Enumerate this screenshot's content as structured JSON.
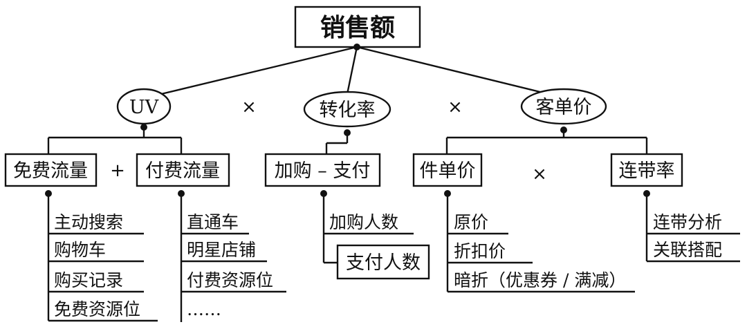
{
  "root": {
    "label": "销售额"
  },
  "metrics": {
    "uv": {
      "label": "UV"
    },
    "conversion": {
      "label": "转化率"
    },
    "aov": {
      "label": "客单价"
    }
  },
  "operators": {
    "times": "×",
    "plus": "+"
  },
  "uv_branch": {
    "free": {
      "label": "免费流量",
      "items": [
        "主动搜索",
        "购物车",
        "购买记录",
        "免费资源位"
      ]
    },
    "paid": {
      "label": "付费流量",
      "items": [
        "直通车",
        "明星店铺",
        "付费资源位",
        "……"
      ]
    }
  },
  "conversion_branch": {
    "label": "加购 – 支付",
    "items": [
      "加购人数"
    ],
    "box_item": "支付人数"
  },
  "aov_branch": {
    "unit_price": {
      "label": "件单价",
      "items": [
        "原价",
        "折扣价",
        "暗折（优惠券 / 满减）"
      ]
    },
    "attach_rate": {
      "label": "连带率",
      "items": [
        "连带分析",
        "关联搭配"
      ]
    }
  }
}
